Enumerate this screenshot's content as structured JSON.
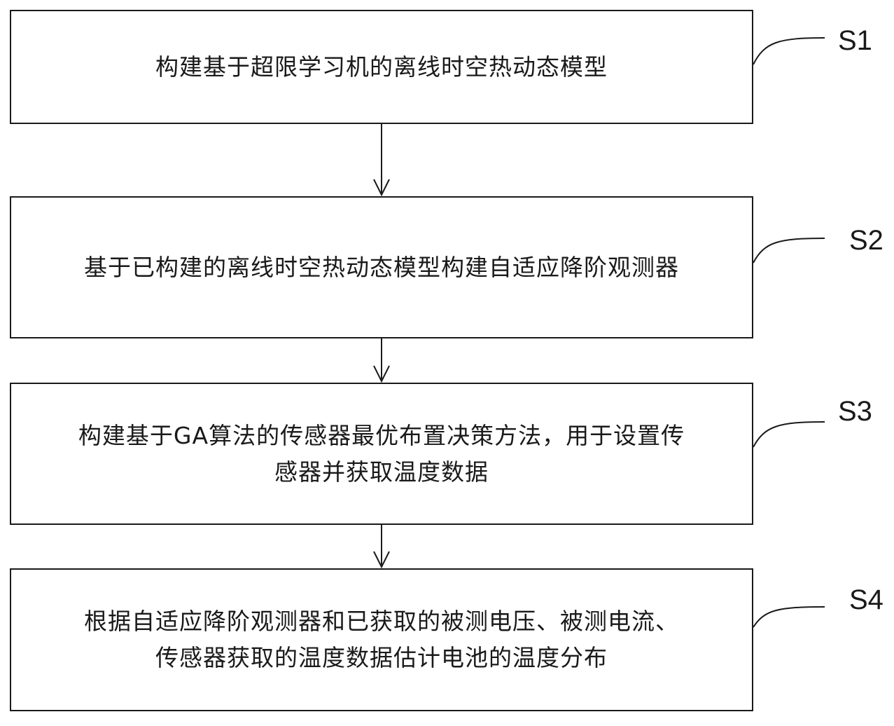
{
  "steps": [
    {
      "id": "S1",
      "label": "S1",
      "lines": [
        "构建基于超限学习机的离线时空热动态模型"
      ]
    },
    {
      "id": "S2",
      "label": "S2",
      "lines": [
        "基于已构建的离线时空热动态模型构建自适应降阶观测器"
      ]
    },
    {
      "id": "S3",
      "label": "S3",
      "lines": [
        "构建基于GA算法的传感器最优布置决策方法，用于设置传",
        "感器并获取温度数据"
      ]
    },
    {
      "id": "S4",
      "label": "S4",
      "lines": [
        "根据自适应降阶观测器和已获取的被测电压、被测电流、",
        "传感器获取的温度数据估计电池的温度分布"
      ]
    }
  ]
}
